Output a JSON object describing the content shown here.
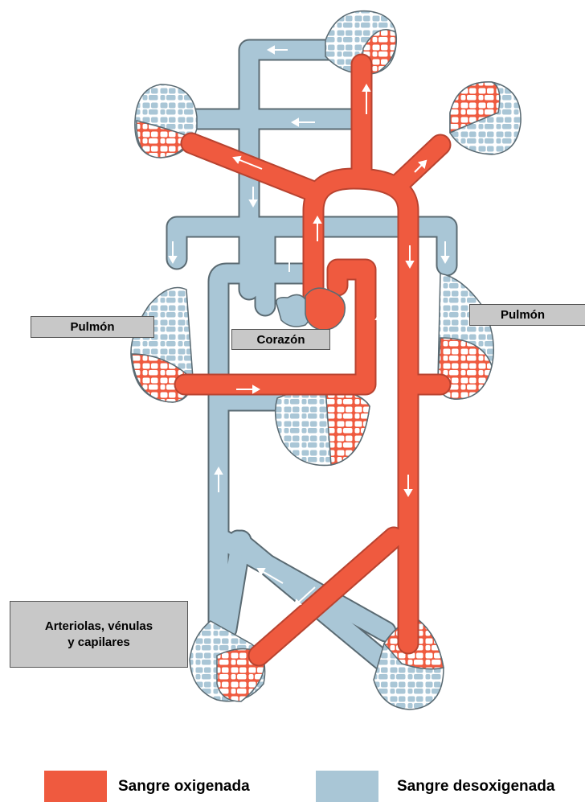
{
  "labels": {
    "lung_left": "Pulmón",
    "heart": "Corazón",
    "lung_right": "Pulmón",
    "capillaries_line1": "Arteriolas, vénulas",
    "capillaries_line2": "y capilares"
  },
  "legend": {
    "oxygenated": "Sangre oxigenada",
    "deoxygenated": "Sangre desoxigenada"
  },
  "colors": {
    "oxygenated": "#ef5a3f",
    "deoxygenated": "#a9c6d6",
    "outline": "#5a6a72"
  }
}
